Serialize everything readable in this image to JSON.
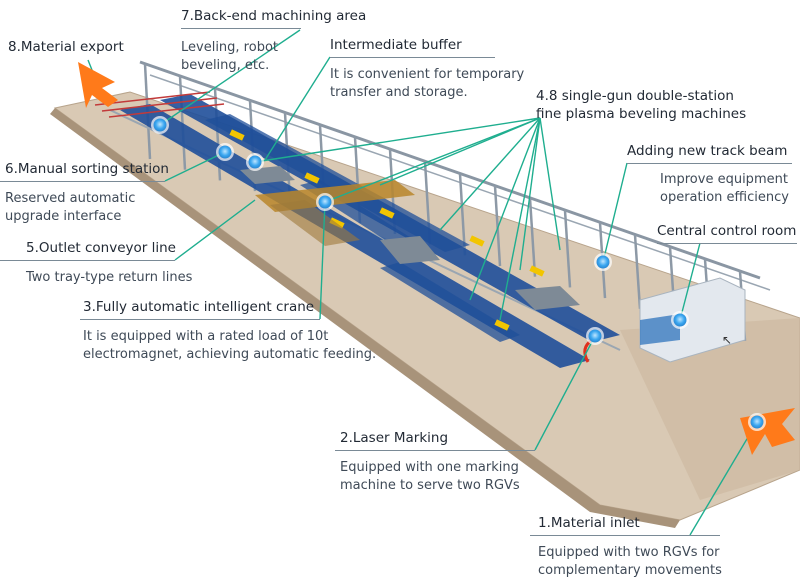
{
  "colors": {
    "leader": "#1fae8f",
    "marker": "#3aa6f0",
    "arrow": "#ff7a1a",
    "belt": "#1f4f9a",
    "accent_yellow": "#f2c500",
    "floor": "#d9c9b4"
  },
  "callouts": [
    {
      "id": "c7",
      "title": "7.Back-end machining area",
      "desc": [
        "Leveling, robot",
        "beveling, etc."
      ]
    },
    {
      "id": "c8",
      "title": "8.Material export",
      "desc": []
    },
    {
      "id": "cib",
      "title": "Intermediate buffer",
      "desc": [
        "It is convenient for temporary",
        "transfer and storage."
      ]
    },
    {
      "id": "c4",
      "title": "4.8 single-gun double-station",
      "desc": [
        "fine plasma beveling machines"
      ]
    },
    {
      "id": "ctb",
      "title": "Adding new track beam",
      "desc": [
        "Improve equipment",
        "operation efficiency"
      ]
    },
    {
      "id": "c6",
      "title": "6.Manual sorting station",
      "desc": [
        "Reserved automatic",
        "upgrade interface"
      ]
    },
    {
      "id": "c5",
      "title": "5.Outlet conveyor line",
      "desc": [
        "Two tray-type return lines"
      ]
    },
    {
      "id": "ccr",
      "title": "Central control room",
      "desc": []
    },
    {
      "id": "c3",
      "title": "3.Fully automatic intelligent crane",
      "desc": [
        "It is equipped with a rated load of 10t",
        "electromagnet, achieving automatic feeding."
      ]
    },
    {
      "id": "c2",
      "title": "2.Laser Marking",
      "desc": [
        "Equipped with one marking",
        "machine to serve two RGVs"
      ]
    },
    {
      "id": "c1",
      "title": "1.Material inlet",
      "desc": [
        "Equipped with two RGVs for",
        "complementary movements"
      ]
    }
  ]
}
